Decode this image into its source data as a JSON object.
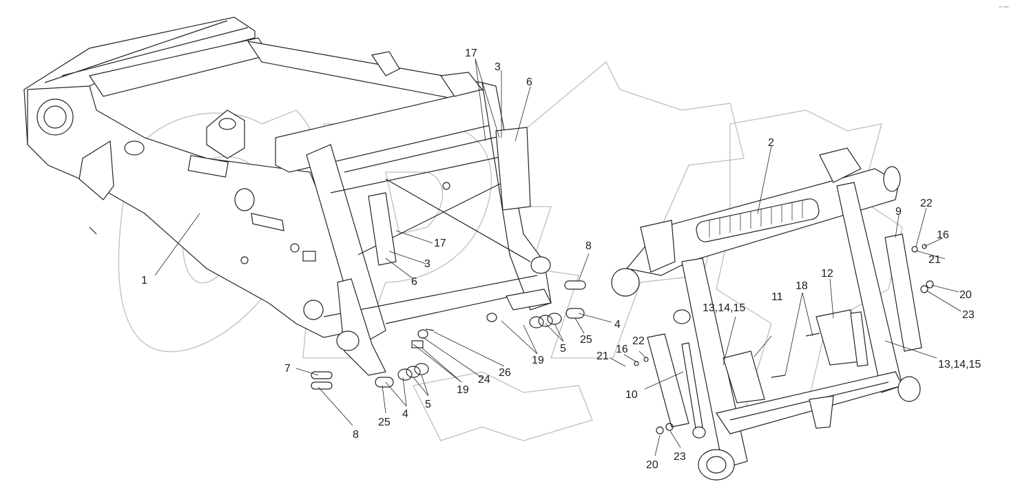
{
  "corner_mark": "◦▫ ▫▫▫",
  "callouts": {
    "c1": "1",
    "c2": "2",
    "c3a": "3",
    "c3b": "3",
    "c4a": "4",
    "c4b": "4",
    "c5a": "5",
    "c5b": "5",
    "c6a": "6",
    "c6b": "6",
    "c7": "7",
    "c8a": "8",
    "c8b": "8",
    "c9": "9",
    "c10": "10",
    "c11": "11",
    "c12": "12",
    "c13a": "13,14,15",
    "c13b": "13,14,15",
    "c16a": "16",
    "c16b": "16",
    "c17a": "17",
    "c17b": "17",
    "c18": "18",
    "c19a": "19",
    "c19b": "19",
    "c20a": "20",
    "c20b": "20",
    "c21a": "21",
    "c21b": "21",
    "c22a": "22",
    "c22b": "22",
    "c23a": "23",
    "c23b": "23",
    "c24": "24",
    "c25a": "25",
    "c25b": "25",
    "c26": "26"
  },
  "colors": {
    "line": "#222222",
    "watermark": "#bdbdbd",
    "background": "#ffffff"
  }
}
